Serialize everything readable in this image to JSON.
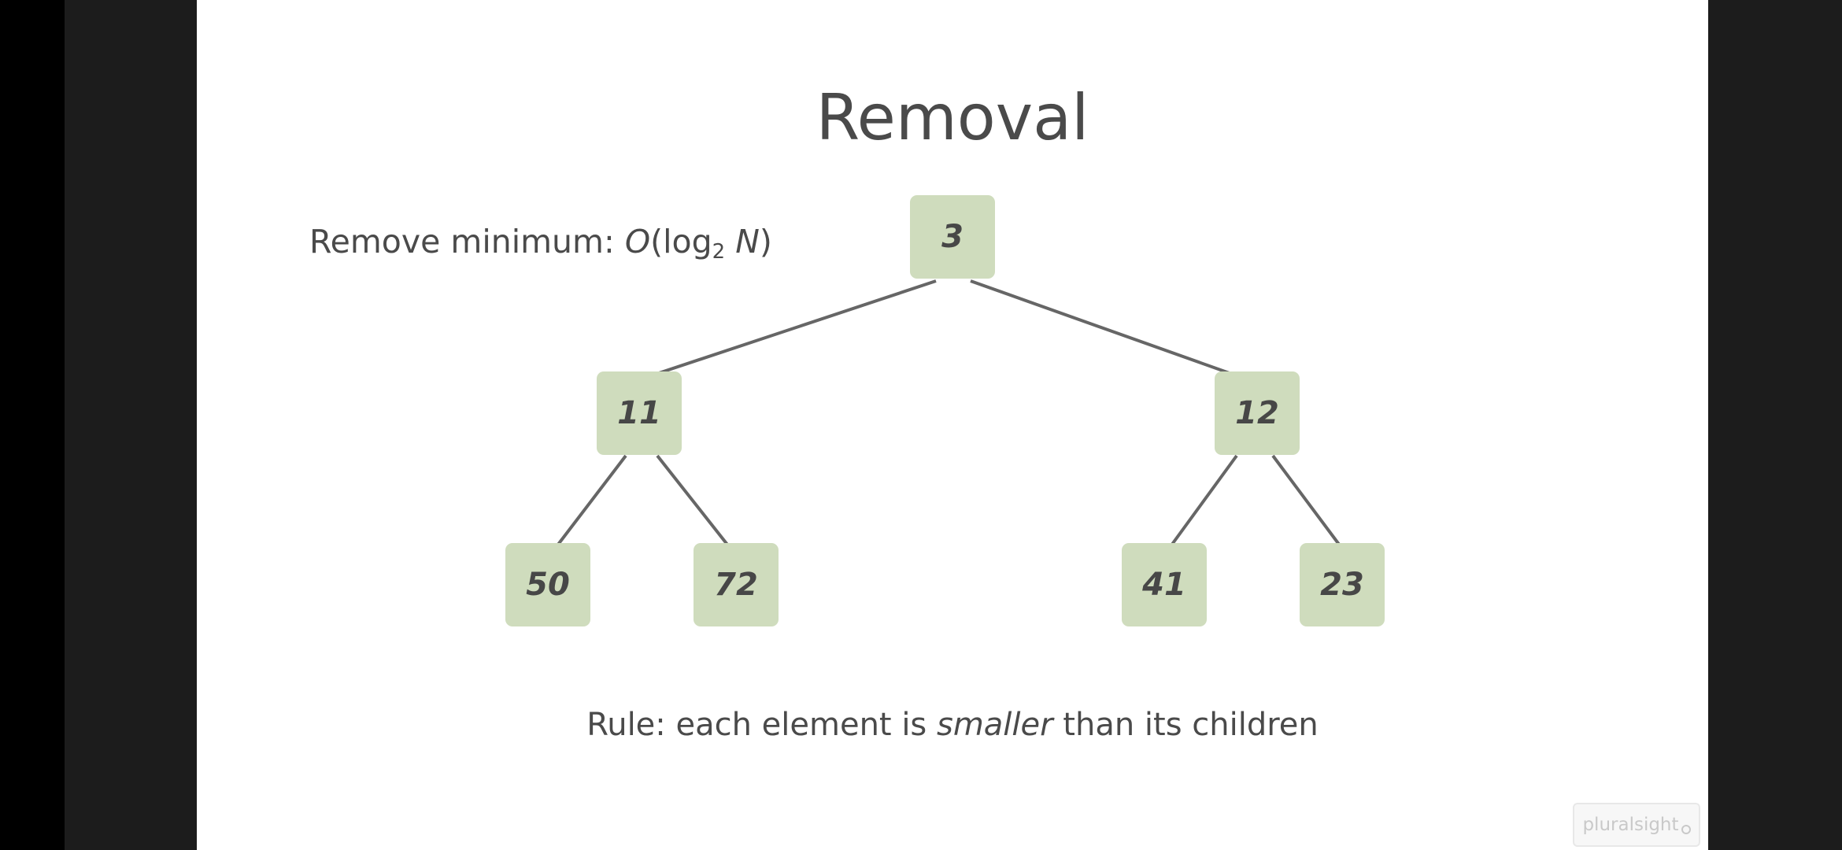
{
  "slide": {
    "title": "Removal",
    "complexity": {
      "prefix": "Remove minimum: ",
      "big_o": "O",
      "open": "(log",
      "subscript": "2",
      "space": " ",
      "n": "N",
      "close": ")"
    },
    "rule": {
      "before": "Rule: each element is ",
      "emphasis": "smaller",
      "after": " than its children"
    },
    "watermark": "pluralsight"
  },
  "tree": {
    "root": "3",
    "level1": [
      "11",
      "12"
    ],
    "level2": [
      "50",
      "72",
      "41",
      "23"
    ]
  },
  "colors": {
    "node_fill": "#cfdcbd",
    "edge": "#666666",
    "text": "#4a4a4a",
    "side_panel": "#1c1c1c"
  }
}
